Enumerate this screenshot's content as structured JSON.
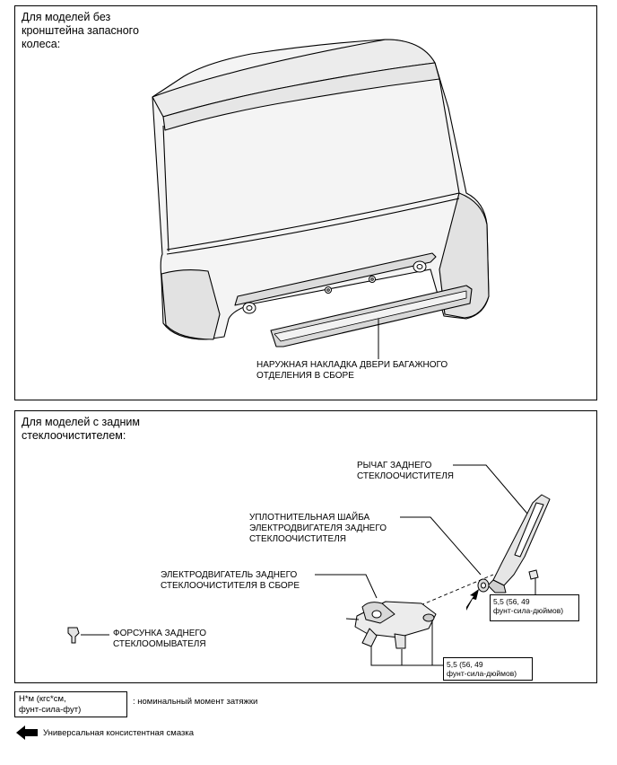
{
  "top_panel": {
    "caption": "Для моделей без\nкронштейна запасного\nколеса:",
    "label_garnish": "НАРУЖНАЯ НАКЛАДКА ДВЕРИ БАГАЖНОГО\nОТДЕЛЕНИЯ В СБОРЕ"
  },
  "bottom_panel": {
    "caption": "Для моделей с задним\nстеклоочистителем:",
    "label_arm": "РЫЧАГ ЗАДНЕГО\nСТЕКЛООЧИСТИТЕЛЯ",
    "label_washer": "УПЛОТНИТЕЛЬНАЯ ШАЙБА\nЭЛЕКТРОДВИГАТЕЛЯ ЗАДНЕГО\nСТЕКЛООЧИСТИТЕЛЯ",
    "label_motor": "ЭЛЕКТРОДВИГАТЕЛЬ ЗАДНЕГО\nСТЕКЛООЧИСТИТЕЛЯ В СБОРЕ",
    "label_nozzle": "ФОРСУНКА ЗАДНЕГО\nСТЕКЛООМЫВАТЕЛЯ",
    "torque_arm": "5,5 (56, 49\nфунт-сила-дюймов)",
    "torque_motor": "5,5 (56, 49\nфунт-сила-дюймов)"
  },
  "legend": {
    "unit_box": "Н*м (кгс*см,\nфунт-сила-фут)",
    "unit_desc": ": номинальный момент затяжки",
    "grease_desc": "Универсальная консистентная смазка"
  }
}
